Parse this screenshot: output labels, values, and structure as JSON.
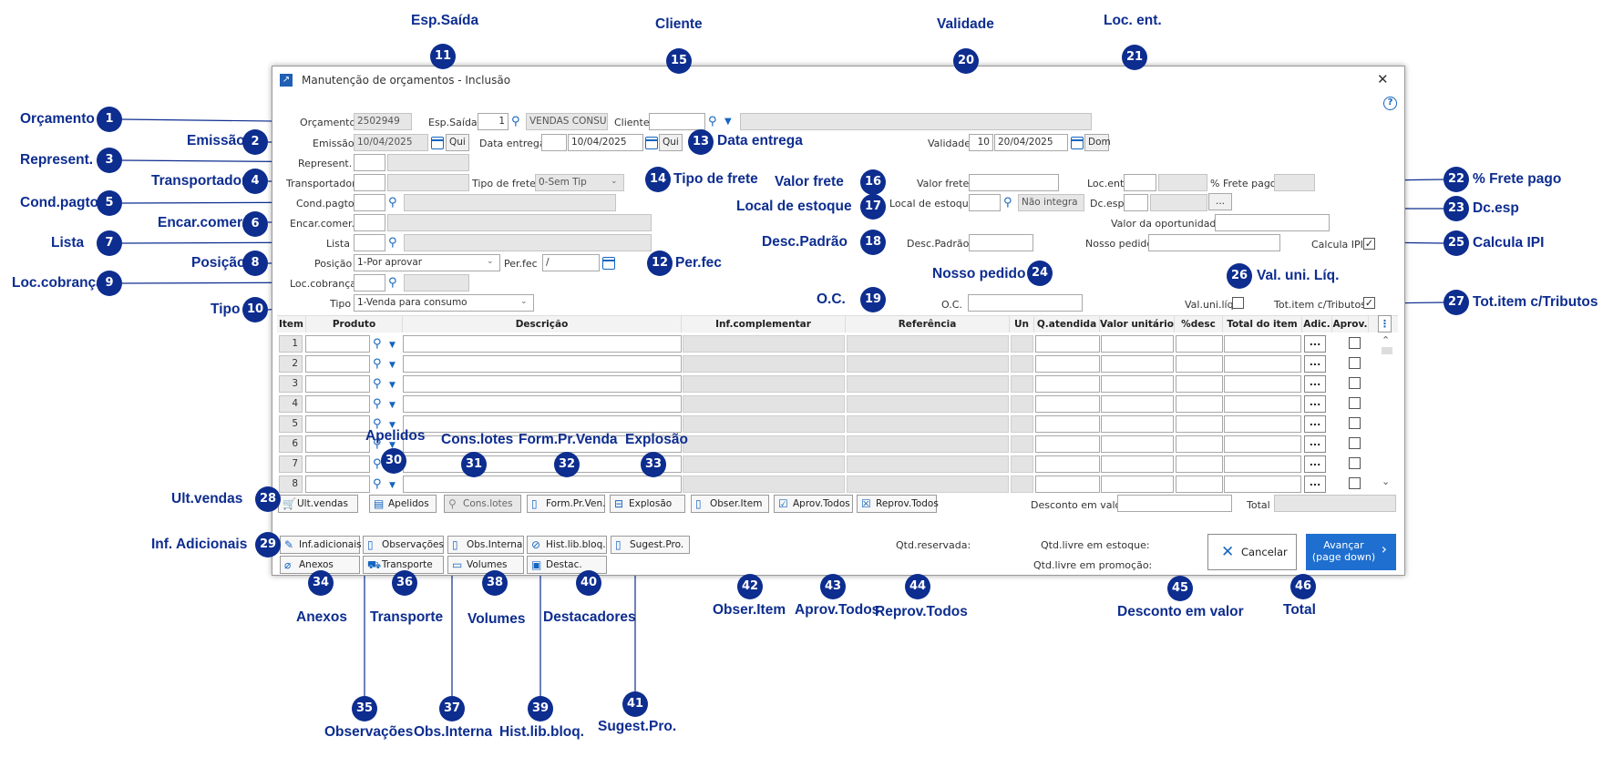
{
  "window": {
    "title": "Manutenção de orçamentos - Inclusão",
    "close": "✕",
    "help": "?"
  },
  "form": {
    "orcamento_label": "Orçamento",
    "orcamento_value": "2502949",
    "esp_saida_label": "Esp.Saída",
    "esp_saida_code": "1",
    "esp_saida_desc": "VENDAS CONSUM",
    "cliente_label": "Cliente",
    "emissao_label": "Emissão",
    "emissao_value": "10/04/2025",
    "emissao_day": "Qui",
    "data_entrega_label": "Data entrega",
    "data_entrega_value": "10/04/2025",
    "data_entrega_day": "Qui",
    "validade_label": "Validade",
    "validade_days": "10",
    "validade_date": "20/04/2025",
    "validade_day": "Dom",
    "represent_label": "Represent.",
    "transportador_label": "Transportador",
    "tipo_frete_label": "Tipo de frete",
    "tipo_frete_value": "0-Sem Tip",
    "valor_frete_label": "Valor frete",
    "loc_ent_label": "Loc.ent",
    "frete_pago_label": "% Frete pago",
    "cond_pagto_label": "Cond.pagto",
    "local_estoque_label": "Local de estoque",
    "local_estoque_value": "Não integra",
    "dc_esp_label": "Dc.esp",
    "dc_esp_btn": "...",
    "encar_label": "Encar.comer.",
    "valor_oportunidade_label": "Valor da oportunidade",
    "lista_label": "Lista",
    "desc_padrao_label": "Desc.Padrão",
    "nosso_pedido_label": "Nosso pedido",
    "calcula_ipi_label": "Calcula IPI",
    "calcula_ipi_check": "✓",
    "posicao_label": "Posição",
    "posicao_value": "1-Por aprovar",
    "per_fec_label": "Per.fec",
    "per_fec_value": "/",
    "loc_cobranca_label": "Loc.cobrança",
    "tipo_label": "Tipo",
    "tipo_value": "1-Venda para consumo",
    "oc_label": "O.C.",
    "val_uni_liq_label": "Val.uni.líq",
    "tot_item_label": "Tot.item c/Tributos",
    "tot_item_check": "✓"
  },
  "grid": {
    "headers": [
      "Item",
      "Produto",
      "Descrição",
      "Inf.complementar",
      "Referência",
      "Un",
      "Q.atendida",
      "Valor unitário",
      "%desc",
      "Total do item",
      "Adic.",
      "Aprov."
    ],
    "rows": [
      "1",
      "2",
      "3",
      "4",
      "5",
      "6",
      "7",
      "8"
    ],
    "adic_btn": "..."
  },
  "toolbar1": [
    "Ult.vendas",
    "Apelidos",
    "Cons.lotes",
    "Form.Pr.Ven.",
    "Explosão",
    "Obser.Item",
    "Aprov.Todos",
    "Reprov.Todos"
  ],
  "desconto_valor_label": "Desconto em valor",
  "total_label": "Total",
  "toolbar2": [
    "Inf.adicionais",
    "Observações",
    "Obs.Interna",
    "Hist.lib.bloq.",
    "Sugest.Pro."
  ],
  "toolbar3": [
    "Anexos",
    "Transporte",
    "Volumes",
    "Destac."
  ],
  "qtd": {
    "reservada": "Qtd.reservada:",
    "livre_estoque": "Qtd.livre em estoque:",
    "livre_promocao": "Qtd.livre em promoção:"
  },
  "buttons": {
    "cancelar": "Cancelar",
    "avancar_1": "Avançar",
    "avancar_2": "(page down)"
  },
  "annotations": [
    {
      "n": "1",
      "label": "Orçamento"
    },
    {
      "n": "2",
      "label": "Emissão"
    },
    {
      "n": "3",
      "label": "Represent."
    },
    {
      "n": "4",
      "label": "Transportador"
    },
    {
      "n": "5",
      "label": "Cond.pagto"
    },
    {
      "n": "6",
      "label": "Encar.comer."
    },
    {
      "n": "7",
      "label": "Lista"
    },
    {
      "n": "8",
      "label": "Posição"
    },
    {
      "n": "9",
      "label": "Loc.cobrança"
    },
    {
      "n": "10",
      "label": "Tipo"
    },
    {
      "n": "11",
      "label": "Esp.Saída"
    },
    {
      "n": "12",
      "label": "Per.fec"
    },
    {
      "n": "13",
      "label": "Data entrega"
    },
    {
      "n": "14",
      "label": "Tipo de frete"
    },
    {
      "n": "15",
      "label": "Cliente"
    },
    {
      "n": "16",
      "label": "Valor frete"
    },
    {
      "n": "17",
      "label": "Local de estoque"
    },
    {
      "n": "18",
      "label": "Desc.Padrão"
    },
    {
      "n": "19",
      "label": "O.C."
    },
    {
      "n": "20",
      "label": "Validade"
    },
    {
      "n": "21",
      "label": "Loc. ent."
    },
    {
      "n": "22",
      "label": "% Frete pago"
    },
    {
      "n": "23",
      "label": "Dc.esp"
    },
    {
      "n": "24",
      "label": "Nosso pedido"
    },
    {
      "n": "25",
      "label": "Calcula IPI"
    },
    {
      "n": "26",
      "label": "Val. uni. Líq."
    },
    {
      "n": "27",
      "label": "Tot.item c/Tributos"
    },
    {
      "n": "28",
      "label": "Ult.vendas"
    },
    {
      "n": "29",
      "label": "Inf. Adicionais"
    },
    {
      "n": "30",
      "label": "Apelidos"
    },
    {
      "n": "31",
      "label": "Cons.lotes"
    },
    {
      "n": "32",
      "label": "Form.Pr.Venda"
    },
    {
      "n": "33",
      "label": "Explosão"
    },
    {
      "n": "34",
      "label": "Anexos"
    },
    {
      "n": "35",
      "label": "Observações"
    },
    {
      "n": "36",
      "label": "Transporte"
    },
    {
      "n": "37",
      "label": "Obs.Interna"
    },
    {
      "n": "38",
      "label": "Volumes"
    },
    {
      "n": "39",
      "label": "Hist.lib.bloq."
    },
    {
      "n": "40",
      "label": "Destacadores"
    },
    {
      "n": "41",
      "label": "Sugest.Pro."
    },
    {
      "n": "42",
      "label": "Obser.Item"
    },
    {
      "n": "43",
      "label": "Aprov.Todos"
    },
    {
      "n": "44",
      "label": "Reprov.Todos"
    },
    {
      "n": "45",
      "label": "Desconto em valor"
    },
    {
      "n": "46",
      "label": "Total"
    }
  ]
}
